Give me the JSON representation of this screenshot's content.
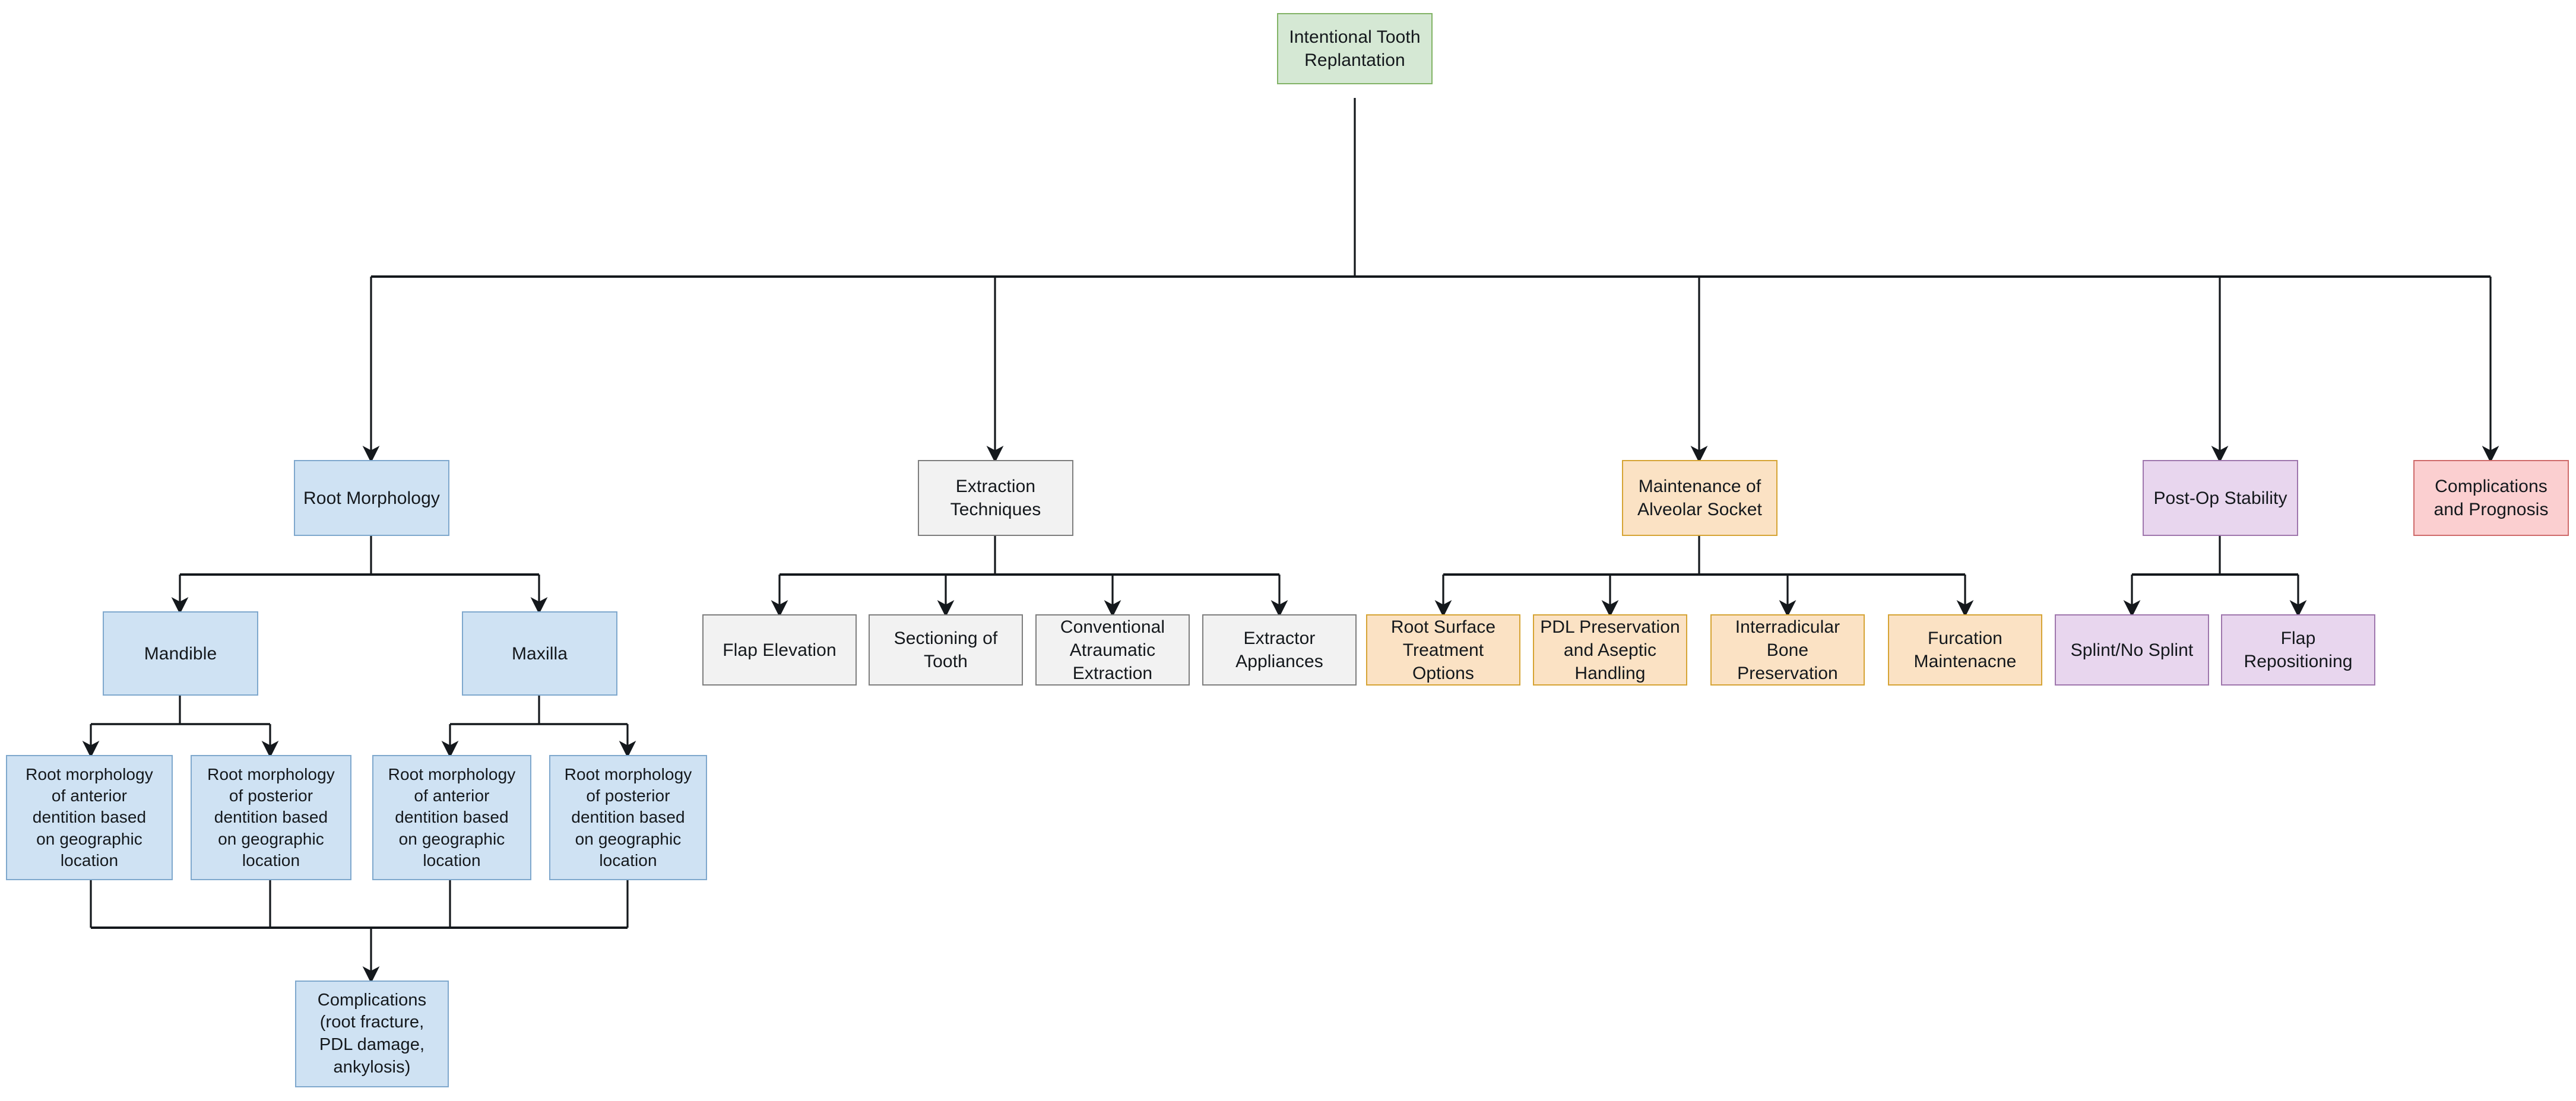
{
  "diagram": {
    "title": "Intentional Tooth Replantation",
    "type": "flowchart-tree",
    "orientation": "top-down",
    "background_color": "#ffffff",
    "edge_color": "#14181c",
    "palette": {
      "green": {
        "fill": "#d5e8d4",
        "stroke": "#82b366"
      },
      "blue": {
        "fill": "#cfe2f3",
        "stroke": "#7fa8cd"
      },
      "grey": {
        "fill": "#f2f2f2",
        "stroke": "#7e7e7e"
      },
      "orange": {
        "fill": "#fbe2c4",
        "stroke": "#d6a435"
      },
      "purple": {
        "fill": "#e8d6ee",
        "stroke": "#9f77ad"
      },
      "red": {
        "fill": "#fbcfd0",
        "stroke": "#cf6b6b"
      }
    }
  },
  "nodes": {
    "root": "Intentional Tooth\nReplantation",
    "l2_root_morphology": "Root Morphology",
    "l2_extraction_techniques": "Extraction\nTechniques",
    "l2_maintenance_alveolar_socket": "Maintenance of\nAlveolar Socket",
    "l2_post_op_stability": "Post-Op Stability",
    "l2_complications_prognosis": "Complications\nand Prognosis",
    "l3_mandible": "Mandible",
    "l3_maxilla": "Maxilla",
    "l3_flap_elevation": "Flap Elevation",
    "l3_sectioning_of_tooth": "Sectioning of\nTooth",
    "l3_conventional_atraumatic_extraction": "Conventional\nAtraumatic\nExtraction",
    "l3_extractor_appliances": "Extractor\nAppliances",
    "l3_root_surface_treatment_options": "Root Surface\nTreatment\nOptions",
    "l3_pdl_preservation_aseptic_handling": "PDL Preservation\nand Aseptic\nHandling",
    "l3_interradicular_bone_preservation": "Interradicular\nBone\nPreservation",
    "l3_furcation_maintenance": "Furcation\nMaintenacne",
    "l3_splint_no_splint": "Splint/No Splint",
    "l3_flap_repositioning": "Flap\nRepositioning",
    "l4_mandible_anterior": "Root morphology\nof anterior\ndentition based\non geographic\nlocation",
    "l4_mandible_posterior": "Root morphology\nof posterior\ndentition based\non geographic\nlocation",
    "l4_maxilla_anterior": "Root morphology\nof anterior\ndentition based\non geographic\nlocation",
    "l4_maxilla_posterior": "Root morphology\nof posterior\ndentition based\non geographic\nlocation",
    "l5_complications": "Complications\n(root fracture,\nPDL damage,\nankylosis)"
  }
}
